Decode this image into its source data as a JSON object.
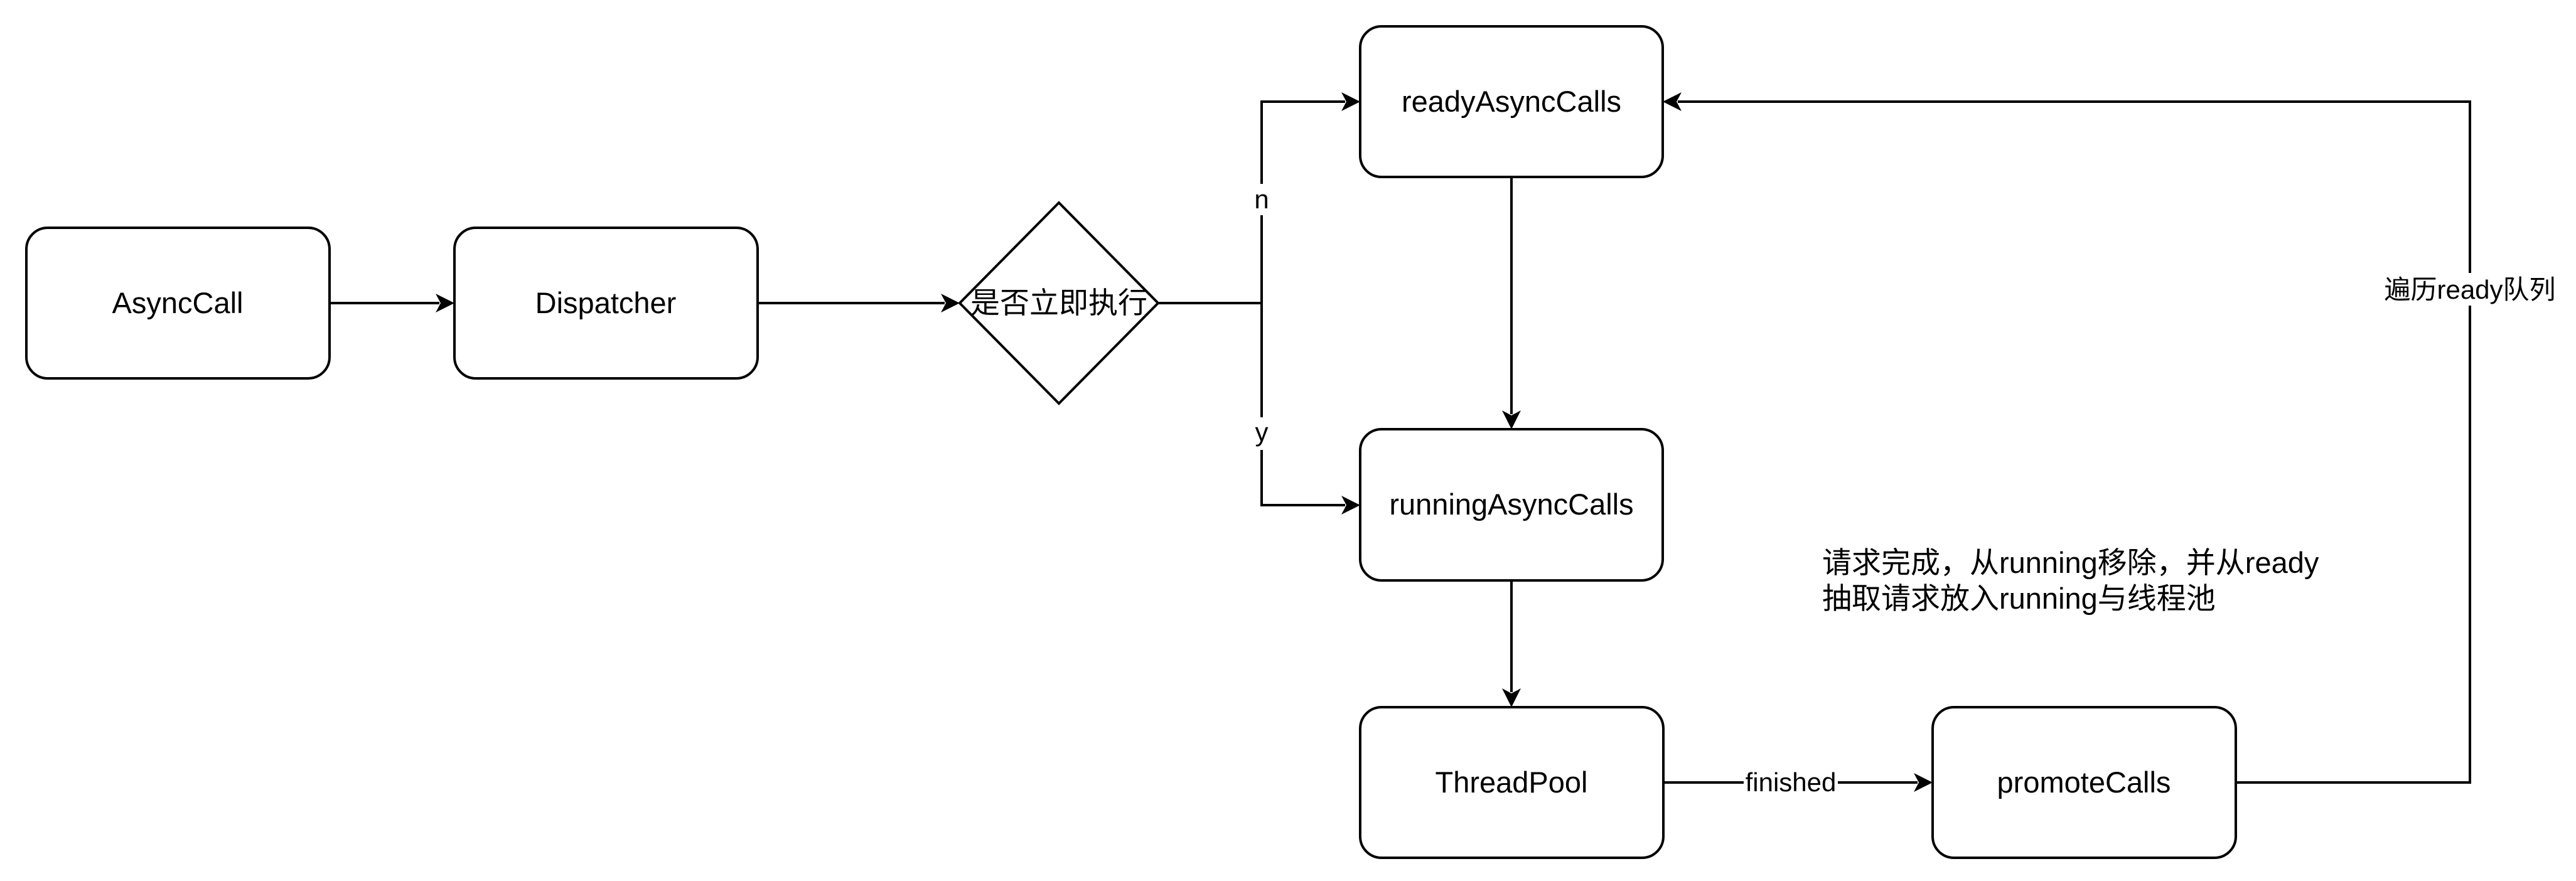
{
  "nodes": {
    "async_call": "AsyncCall",
    "dispatcher": "Dispatcher",
    "decision": "是否立即执行",
    "ready_async_calls": "readyAsyncCalls",
    "running_async_calls": "runningAsyncCalls",
    "thread_pool": "ThreadPool",
    "promote_calls": "promoteCalls"
  },
  "edge_labels": {
    "no": "n",
    "yes": "y",
    "finished": "finished",
    "traverse_ready": "遍历ready队列"
  },
  "note": {
    "line1": "请求完成，从running移除，并从ready",
    "line2": "抽取请求放入running与线程池"
  },
  "colors": {
    "stroke": "#000000",
    "fill": "#ffffff",
    "text": "#000000"
  }
}
